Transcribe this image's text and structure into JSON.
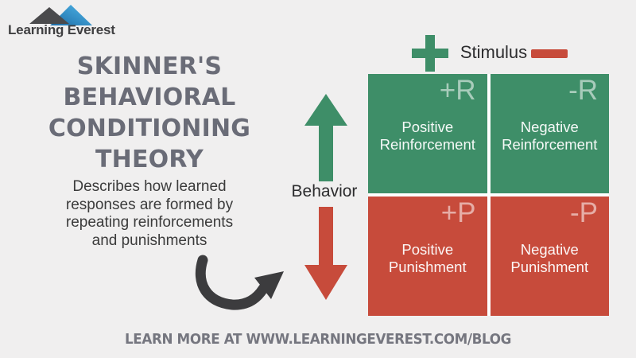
{
  "brand": {
    "name": "Learning Everest"
  },
  "title_lines": [
    "SKINNER'S",
    "BEHAVIORAL",
    "CONDITIONING",
    "THEORY"
  ],
  "description_lines": [
    "Describes how learned",
    "responses are formed by",
    "repeating reinforcements",
    "and punishments"
  ],
  "axes": {
    "behavior_label": "Behavior",
    "stimulus_label": "Stimulus"
  },
  "matrix": {
    "cells": [
      {
        "code": "+R",
        "label": "Positive Reinforcement",
        "tone": "green"
      },
      {
        "code": "-R",
        "label": "Negative Reinforcement",
        "tone": "green"
      },
      {
        "code": "+P",
        "label": "Positive Punishment",
        "tone": "red"
      },
      {
        "code": "-P",
        "label": "Negative Punishment",
        "tone": "red"
      }
    ]
  },
  "footer": {
    "text": "LEARN MORE AT WWW.LEARNINGEVEREST.COM/BLOG"
  },
  "icons": {
    "logo": "mountain-logo-icon",
    "stimulus_positive": "plus-icon",
    "stimulus_negative": "minus-icon",
    "behavior_up": "arrow-up-icon",
    "behavior_down": "arrow-down-icon",
    "pointer": "curved-arrow-icon"
  },
  "colors": {
    "green": "#3E8E68",
    "red": "#C74B3B",
    "background": "#F0EFEF",
    "title_gray": "#6A6C77",
    "body_text": "#3B3B3B",
    "footer_gray": "#75767F",
    "arrow_dark": "#3C3C3E",
    "logo_blue_light": "#4FB6E9",
    "logo_blue_dark": "#1E6CA6",
    "logo_gray": "#4A4A4C"
  }
}
